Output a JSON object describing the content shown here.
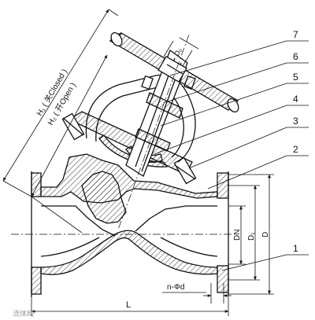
{
  "drawing": {
    "part_numbers": [
      "7",
      "6",
      "5",
      "4",
      "3",
      "2",
      "1"
    ],
    "dimensions": {
      "length": "L",
      "nominal_diameter": "DN",
      "d1": "D₁",
      "d_outer": "D",
      "handwheel": "D₀",
      "bolt_holes": "n-Φd"
    },
    "heights": {
      "closed": "H₁ ( 关Closed )",
      "open": "H₂ ( 开Open )"
    }
  },
  "watermark": {
    "text": "流体网"
  }
}
